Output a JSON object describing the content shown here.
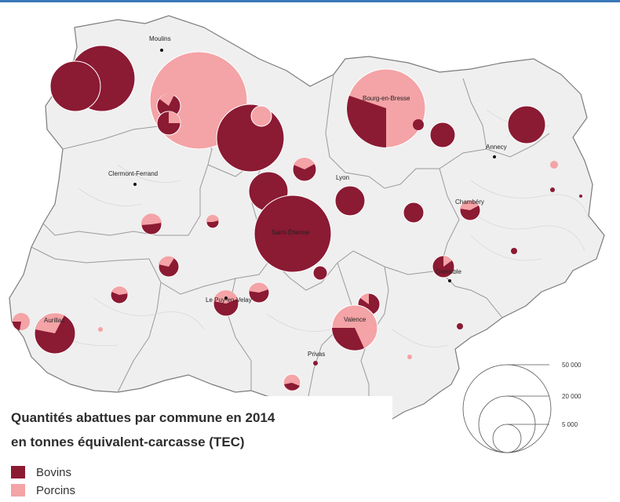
{
  "legend": {
    "title_line1": "Quantités abattues par commune en 2014",
    "title_line2": "en tonnes équivalent-carcasse (TEC)",
    "items": [
      {
        "label": "Bovins",
        "color": "#8b1a33"
      },
      {
        "label": "Porcins",
        "color": "#f4a3a6"
      }
    ]
  },
  "scale": {
    "labels": [
      "50 000",
      "20 000",
      "5 000"
    ],
    "values": [
      50000,
      20000,
      5000
    ]
  },
  "cities": [
    {
      "name": "Moulins"
    },
    {
      "name": "Clermont-Ferrand"
    },
    {
      "name": "Bourg-en-Bresse"
    },
    {
      "name": "Annecy"
    },
    {
      "name": "Lyon"
    },
    {
      "name": "Chambéry"
    },
    {
      "name": "Saint-Étienne"
    },
    {
      "name": "Grenoble"
    },
    {
      "name": "Le Puy-en-Velay"
    },
    {
      "name": "Aurillac"
    },
    {
      "name": "Valence"
    },
    {
      "name": "Privas"
    }
  ],
  "colors": {
    "bovins": "#8b1a33",
    "porcins": "#f4a3a6",
    "land": "#f0f0f0",
    "border": "#8a8a8a"
  }
}
